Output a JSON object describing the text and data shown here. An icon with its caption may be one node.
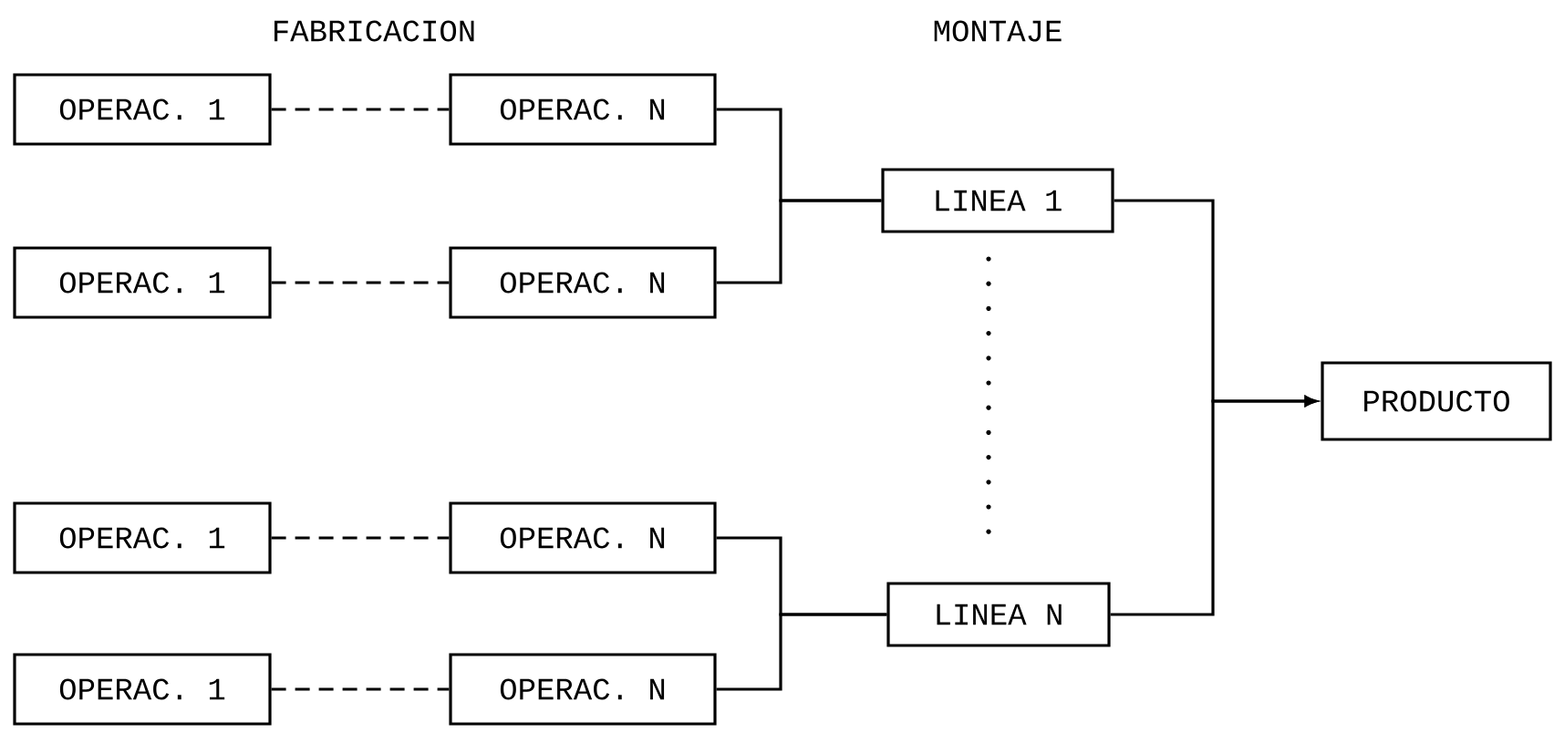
{
  "diagram": {
    "nodes": [
      {
        "text": [
          "OPERAC. 1"
        ]
      },
      {
        "text": [
          "OPERAC. N"
        ]
      },
      {
        "text": [
          "LINEA 1"
        ]
      },
      {
        "text": [
          "OPERAC. 1"
        ]
      },
      {
        "text": [
          "OPERAC. N"
        ]
      },
      {
        "text": [
          "PRODUCTO"
        ]
      },
      {
        "text": [
          "OPERAC. 1"
        ]
      },
      {
        "text": [
          "OPERAC. N"
        ]
      },
      {
        "text": [
          "LINEA N"
        ]
      },
      {
        "text": [
          "OPERAC. 1"
        ]
      },
      {
        "text": [
          "OPERAC. N"
        ]
      }
    ],
    "edges": [
      {
        "from": 0,
        "to": 1,
        "arrow": "none",
        "style": "dashed"
      },
      {
        "from": 3,
        "to": 4,
        "arrow": "none",
        "style": "dashed"
      },
      {
        "from": 6,
        "to": 7,
        "arrow": "none",
        "style": "dashed"
      },
      {
        "from": 9,
        "to": 10,
        "arrow": "none",
        "style": "dashed"
      },
      {
        "from": 1,
        "to": 2,
        "arrow": "none"
      },
      {
        "from": 4,
        "to": 2,
        "arrow": "none"
      },
      {
        "from": 7,
        "to": 8,
        "arrow": "none"
      },
      {
        "from": 10,
        "to": 8,
        "arrow": "none"
      },
      {
        "from": 2,
        "to": 5,
        "arrow": "to"
      },
      {
        "from": 8,
        "to": 5,
        "arrow": "to"
      }
    ],
    "labels": [
      "FABRICACION",
      "MONTAJE"
    ]
  }
}
